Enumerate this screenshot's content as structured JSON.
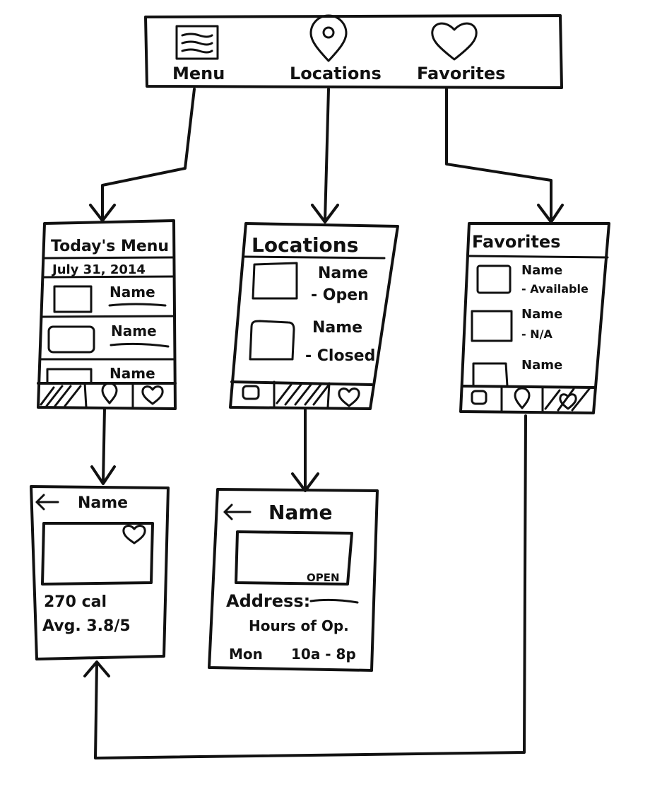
{
  "nav": {
    "menu_label": "Menu",
    "locations_label": "Locations",
    "favorites_label": "Favorites"
  },
  "menu_screen": {
    "title": "Today's Menu",
    "date": "July 31, 2014",
    "items": [
      "Name",
      "Name",
      "Name"
    ]
  },
  "locations_screen": {
    "title": "Locations",
    "items": [
      {
        "name": "Name",
        "status": "- Open"
      },
      {
        "name": "Name",
        "status": "- Closed"
      }
    ]
  },
  "favorites_screen": {
    "title": "Favorites",
    "items": [
      {
        "name": "Name",
        "status": "- Available"
      },
      {
        "name": "Name",
        "status": "- N/A"
      },
      {
        "name": "Name",
        "status": ""
      }
    ]
  },
  "item_detail": {
    "title": "Name",
    "calories": "270 cal",
    "rating": "Avg. 3.8/5"
  },
  "location_detail": {
    "title": "Name",
    "badge": "OPEN",
    "address_label": "Address:",
    "hours_label": "Hours of Op.",
    "day": "Mon",
    "hours": "10a - 8p"
  },
  "icons": [
    "menu-icon",
    "location-pin-icon",
    "heart-icon",
    "back-arrow-icon"
  ]
}
